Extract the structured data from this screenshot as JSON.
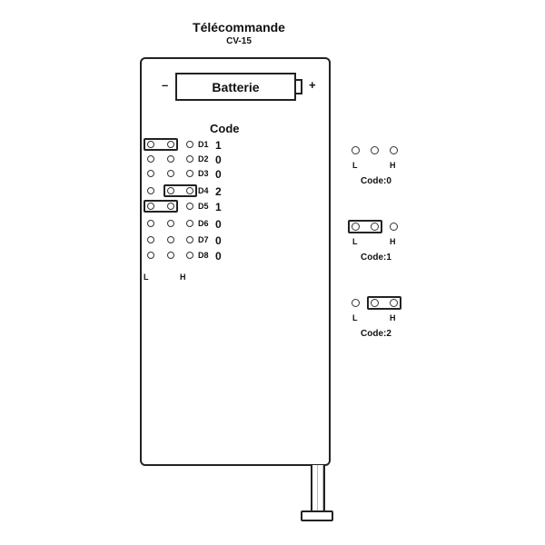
{
  "title": "Télécommande",
  "subtitle": "CV-15",
  "battery": {
    "label": "Batterie",
    "minus": "–",
    "plus": "+"
  },
  "code_header": "Code",
  "dip_rows": [
    {
      "label": "D1",
      "value": "1",
      "jumper": "LM"
    },
    {
      "label": "D2",
      "value": "0",
      "jumper": ""
    },
    {
      "label": "D3",
      "value": "0",
      "jumper": ""
    },
    {
      "label": "D4",
      "value": "2",
      "jumper": "MH"
    },
    {
      "label": "D5",
      "value": "1",
      "jumper": "LM"
    },
    {
      "label": "D6",
      "value": "0",
      "jumper": ""
    },
    {
      "label": "D7",
      "value": "0",
      "jumper": ""
    },
    {
      "label": "D8",
      "value": "0",
      "jumper": ""
    }
  ],
  "axis": {
    "low": "L",
    "high": "H"
  },
  "legend": [
    {
      "code": "Code:0",
      "jumper": "",
      "low": "L",
      "high": "H"
    },
    {
      "code": "Code:1",
      "jumper": "LM",
      "low": "L",
      "high": "H"
    },
    {
      "code": "Code:2",
      "jumper": "MH",
      "low": "L",
      "high": "H"
    }
  ]
}
